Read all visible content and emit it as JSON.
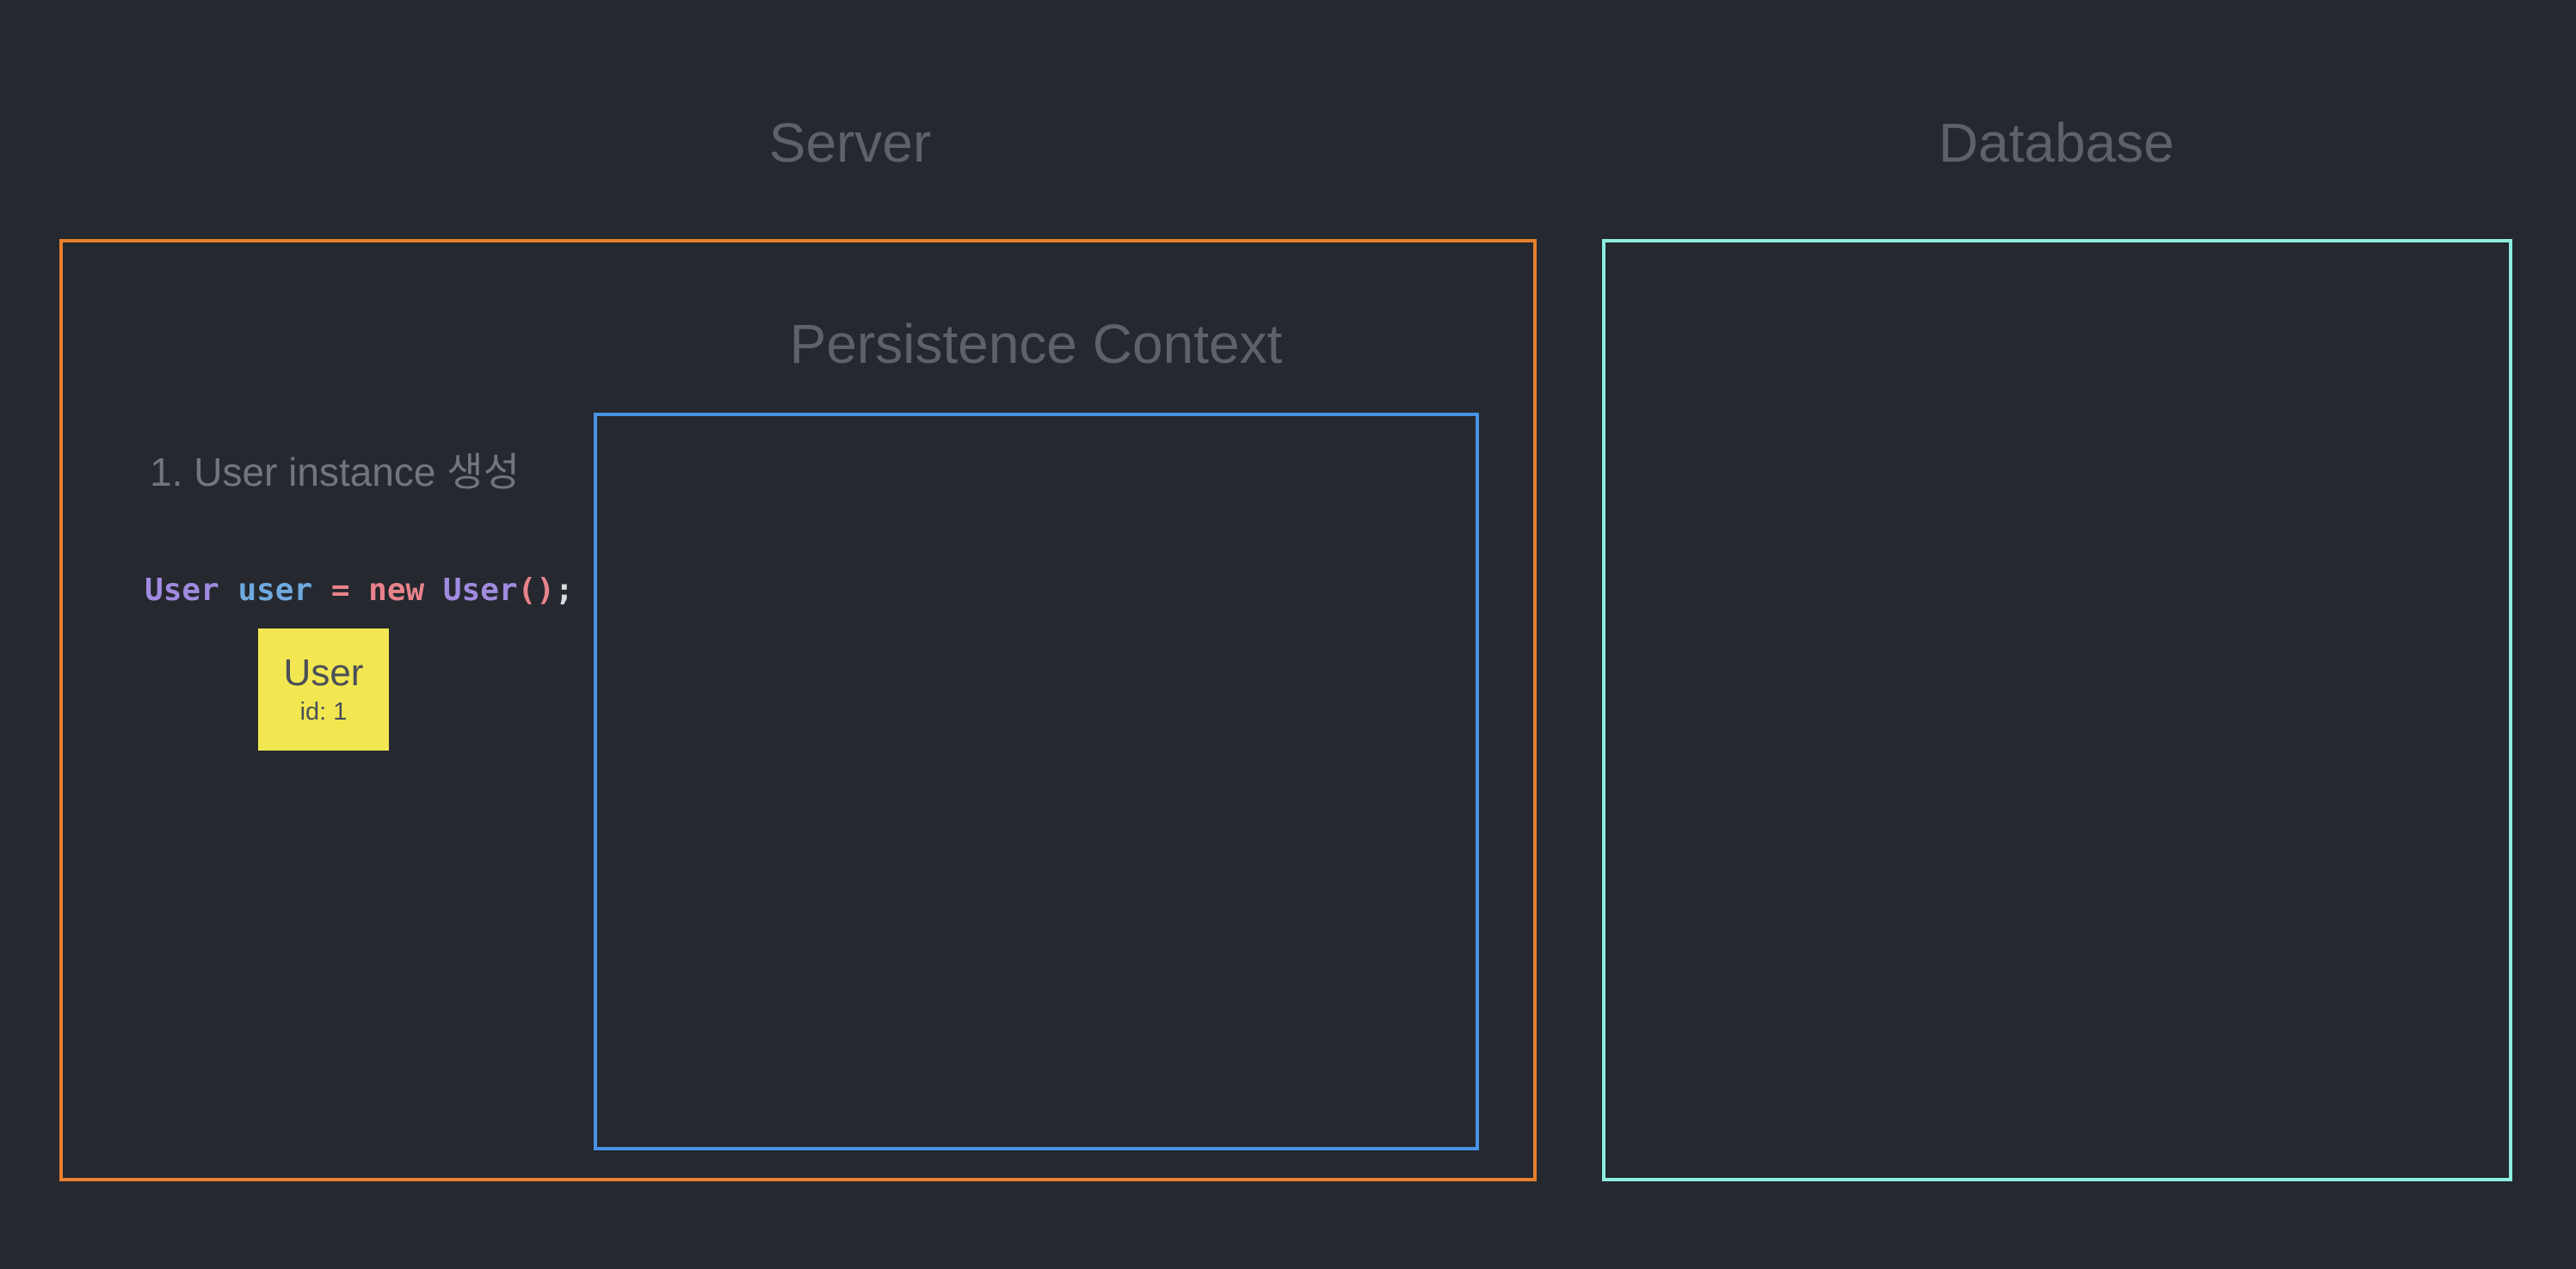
{
  "titles": {
    "server": "Server",
    "database": "Database",
    "persistence_context": "Persistence Context"
  },
  "colors": {
    "background": "#25282E",
    "title_text": "#5D6168",
    "step_text": "#71767E",
    "server_border": "#E8802E",
    "database_border": "#8CEEDE",
    "persistence_border": "#4793E6"
  },
  "step1": {
    "label": "1. User instance 생성",
    "code": {
      "full_text": "User user = new User();",
      "tokens": [
        {
          "text": "User",
          "color": "#A08BE0"
        },
        {
          "text": " user ",
          "color": "#6FA9DE"
        },
        {
          "text": "= ",
          "color": "#E8828B"
        },
        {
          "text": "new ",
          "color": "#E8828B"
        },
        {
          "text": "User",
          "color": "#A08BE0"
        },
        {
          "text": "()",
          "color": "#E8828B"
        },
        {
          "text": ";",
          "color": "#D9DBDE"
        }
      ]
    }
  },
  "user_entity": {
    "name": "User",
    "id_label": "id: 1",
    "fill": "#F2E751",
    "text_color": "#4A4F58"
  }
}
